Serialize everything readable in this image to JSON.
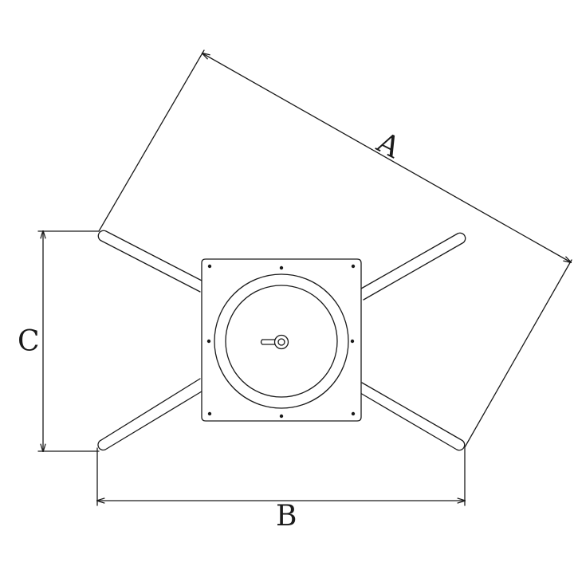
{
  "diagram": {
    "dimension_labels": {
      "a": "A",
      "b": "B",
      "c": "C"
    },
    "colors": {
      "line": "#1a1a1a",
      "background": "#ffffff"
    }
  }
}
